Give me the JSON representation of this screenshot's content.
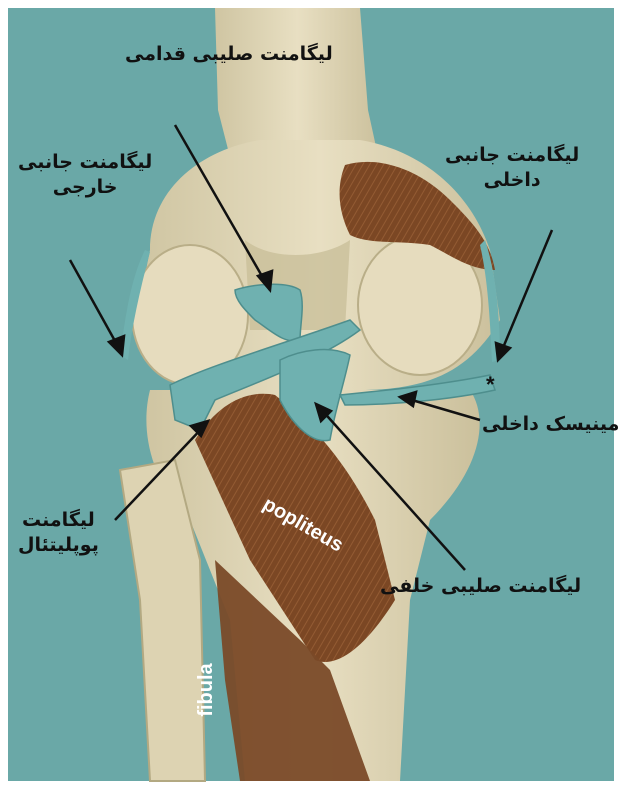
{
  "labels": {
    "acl": "لیگامنت صلیبی قدامی",
    "lcl_line1": "لیگامنت جانبی",
    "lcl_line2": "خارجی",
    "mcl_line1": "لیگامنت جانبی",
    "mcl_line2": "داخلی",
    "medial_meniscus": "مینیسک داخلی",
    "popliteal_line1": "لیگامنت",
    "popliteal_line2": "پوپلیتئال",
    "pcl": "لیگامنت صلیبی خلفی"
  },
  "image_text": {
    "popliteus": "popliteus",
    "fibula": "fibula",
    "asterisk": "*"
  },
  "colors": {
    "background": "#6aa8a7",
    "bone": "#e2d8b8",
    "bone_shade": "#bfb592",
    "ligament": "#6fb1b0",
    "muscle": "#7e4a26",
    "frame": "#ffffff"
  }
}
